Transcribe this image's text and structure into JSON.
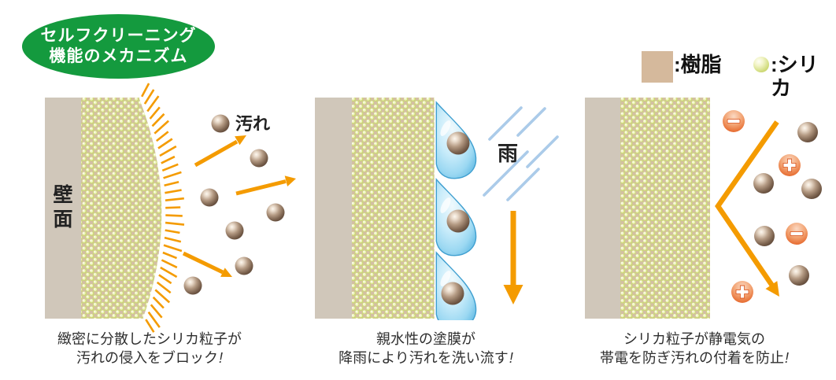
{
  "badge": {
    "line1": "セルフクリーニング",
    "line2": "機能のメカニズム"
  },
  "legend": {
    "resin_label": ":樹脂",
    "silica_label": ":シリカ",
    "resin_swatch": "tan-square",
    "silica_swatch": "silica-sphere"
  },
  "labels": {
    "wall_char1": "壁",
    "wall_char2": "面",
    "dirt": "汚れ",
    "rain": "雨"
  },
  "captions": {
    "panel1": {
      "line1": "緻密に分散したシリカ粒子が",
      "line2": "汚れの侵入をブロック",
      "bang": "!"
    },
    "panel2": {
      "line1": "親水性の塗膜が",
      "line2": "降雨により汚れを洗い流す",
      "bang": "!"
    },
    "panel3": {
      "line1": "シリカ粒子が静電気の",
      "line2": "帯電を防ぎ汚れの付着を防止",
      "bang": "!"
    }
  },
  "colors": {
    "badge_green": "#149a3e",
    "accent_orange": "#f49b00",
    "resin_tan": "#d5b99c",
    "coating_background": "#d4bfa4",
    "silica_dot_green": "#ccd876",
    "wall_gray": "#d0c7ba",
    "rain_blue": "#abcbe9",
    "water_blue": "#46a8da",
    "dirt_brown": "#5d4636",
    "charge_orange": "#e0571f",
    "text_dark": "#2e2e2e"
  }
}
